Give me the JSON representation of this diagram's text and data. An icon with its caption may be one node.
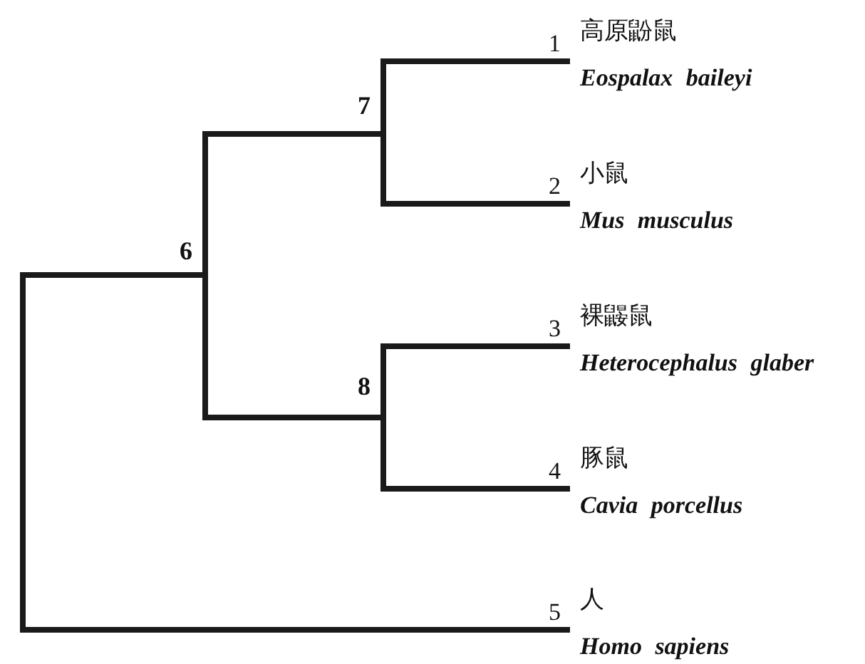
{
  "diagram": {
    "nodes": [
      {
        "text": [
          "高原鼢鼠",
          "Eospalax baileyi"
        ],
        "beside": [
          "1"
        ]
      },
      {
        "text": [
          "小鼠",
          "Mus musculus"
        ],
        "beside": [
          "2"
        ]
      },
      {
        "text": [
          "裸鼹鼠",
          "Heterocephalus glaber"
        ],
        "beside": [
          "3"
        ]
      },
      {
        "text": [
          "豚鼠",
          "Cavia porcellus"
        ],
        "beside": [
          "4"
        ]
      },
      {
        "text": [
          "人",
          "Homo sapiens"
        ],
        "beside": [
          "5"
        ]
      },
      {
        "text": [
          "6"
        ]
      },
      {
        "text": [
          "7"
        ]
      },
      {
        "text": [
          "8"
        ]
      },
      {
        "text": [],
        "shape": "bar"
      }
    ],
    "edges": [
      {
        "from": 8,
        "to": 5,
        "arrow": "none"
      },
      {
        "from": 8,
        "to": 4,
        "arrow": "none"
      },
      {
        "from": 5,
        "to": 6,
        "arrow": "none"
      },
      {
        "from": 5,
        "to": 7,
        "arrow": "none"
      },
      {
        "from": 6,
        "to": 0,
        "arrow": "none"
      },
      {
        "from": 6,
        "to": 1,
        "arrow": "none"
      },
      {
        "from": 7,
        "to": 2,
        "arrow": "none"
      },
      {
        "from": 7,
        "to": 3,
        "arrow": "none"
      }
    ]
  }
}
